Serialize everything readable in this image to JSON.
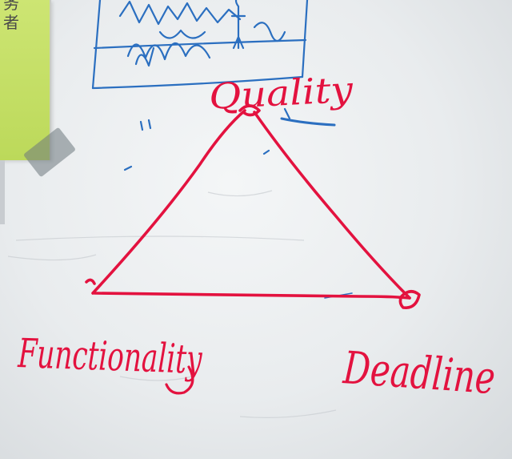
{
  "labels": {
    "quality": "Quality",
    "functionality": "Functionality",
    "deadline": "Deadline"
  },
  "note": {
    "glyph_top": "务",
    "glyph_bottom": "者"
  },
  "colors": {
    "red_marker": "#e3123f",
    "blue_marker": "#2b6fc0",
    "board": "#eef0f1",
    "note_paper": "#c6df66"
  }
}
